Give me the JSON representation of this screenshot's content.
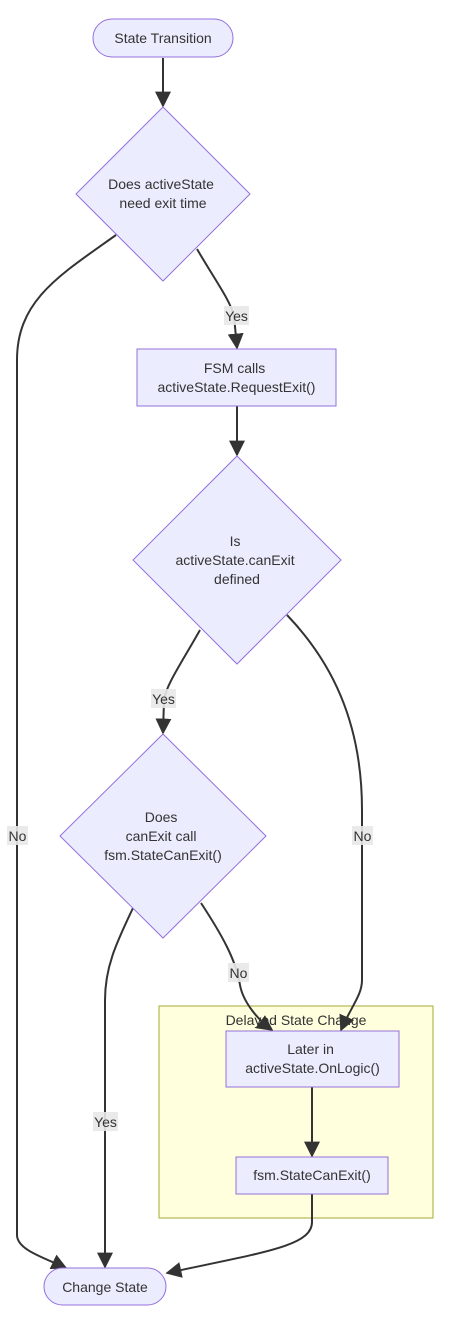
{
  "cluster": {
    "title": "Delayed State Change"
  },
  "nodes": {
    "state_transition": {
      "label": "State Transition"
    },
    "needs_exit_time": {
      "lines": [
        "Does activeState",
        "need exit time"
      ]
    },
    "request_exit": {
      "lines": [
        "FSM calls",
        "activeState.RequestExit()"
      ]
    },
    "can_exit_defined": {
      "lines": [
        "Is",
        "activeState.canExit",
        "defined"
      ]
    },
    "calls_state_can_exit": {
      "lines": [
        "Does",
        "canExit call",
        "fsm.StateCanExit()"
      ]
    },
    "later_on_logic": {
      "lines": [
        "Later in",
        "activeState.OnLogic()"
      ]
    },
    "fsm_state_can_exit": {
      "label": "fsm.StateCanExit()"
    },
    "change_state": {
      "label": "Change State"
    }
  },
  "edges": {
    "exit_time_yes": "Yes",
    "exit_time_no": "No",
    "can_exit_yes": "Yes",
    "can_exit_no": "No",
    "calls_yes": "Yes",
    "calls_no": "No"
  },
  "colors": {
    "node_fill": "#ececff",
    "node_stroke": "#9370db",
    "cluster_fill": "#ffffde",
    "cluster_stroke": "#aaaa33",
    "edge": "#333333",
    "text": "#333333",
    "edge_label_bg": "#e8e8e8"
  }
}
